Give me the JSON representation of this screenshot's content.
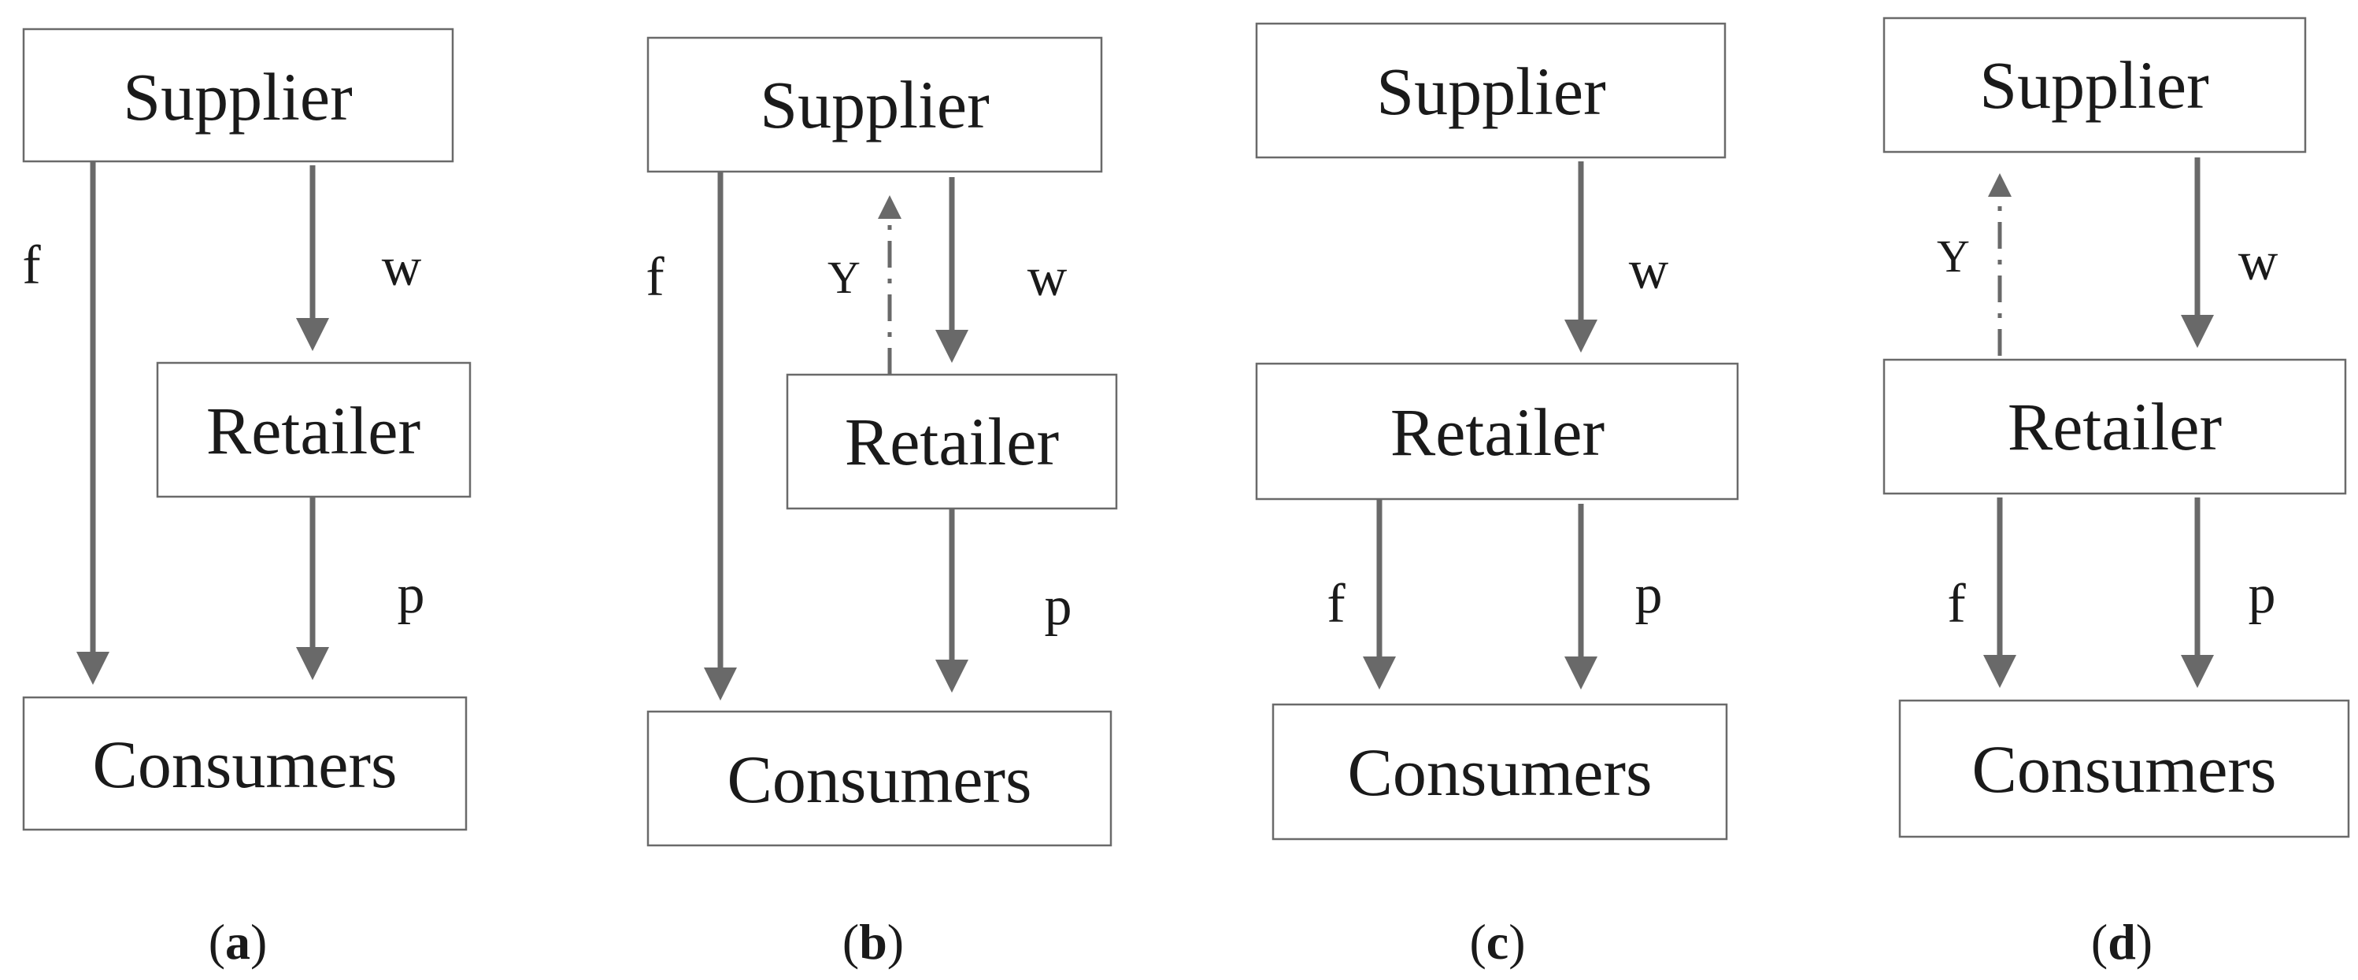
{
  "panels": [
    {
      "id": "a",
      "caption": "a",
      "supplier": "Supplier",
      "retailer": "Retailer",
      "consumers": "Consumers",
      "f": "f",
      "w": "w",
      "p": "p"
    },
    {
      "id": "b",
      "caption": "b",
      "supplier": "Supplier",
      "retailer": "Retailer",
      "consumers": "Consumers",
      "f": "f",
      "w": "w",
      "p": "p",
      "y": "Y"
    },
    {
      "id": "c",
      "caption": "c",
      "supplier": "Supplier",
      "retailer": "Retailer",
      "consumers": "Consumers",
      "f": "f",
      "w": "w",
      "p": "p"
    },
    {
      "id": "d",
      "caption": "d",
      "supplier": "Supplier",
      "retailer": "Retailer",
      "consumers": "Consumers",
      "f": "f",
      "w": "w",
      "p": "p",
      "y": "Y"
    }
  ],
  "colors": {
    "arrow": "#696969",
    "box_border": "#6a6a6a",
    "text": "#1a1a1a"
  }
}
